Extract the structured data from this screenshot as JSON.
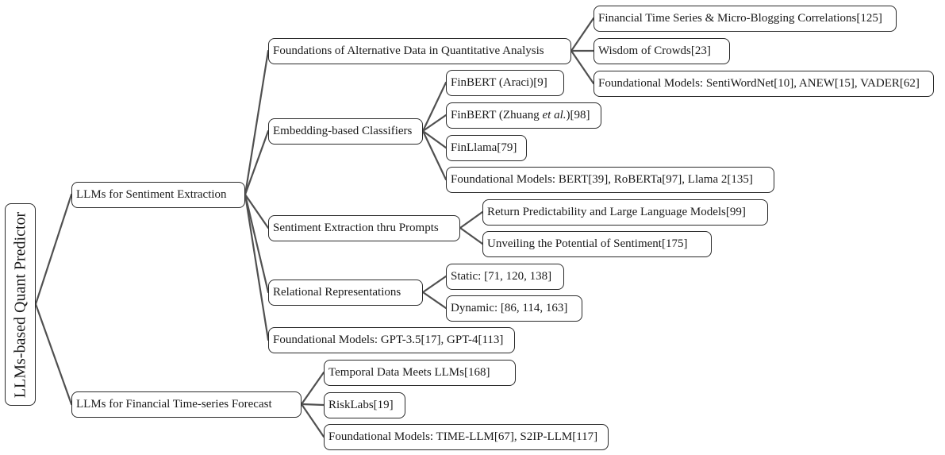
{
  "root": {
    "label": "LLMs-based Quant Predictor"
  },
  "sentiment": {
    "label": "LLMs for Sentiment Extraction",
    "foundations": {
      "label": "Foundations of Alternative Data in Quantitative Analysis",
      "children": [
        "Financial Time Series & Micro-Blogging Correlations[125]",
        "Wisdom of Crowds[23]",
        "Foundational Models: SentiWordNet[10], ANEW[15], VADER[62]"
      ]
    },
    "embedding": {
      "label": "Embedding-based Classifiers",
      "finbert_araci": "FinBERT (Araci)[9]",
      "finbert_zhuang": {
        "prefix": "FinBERT (Zhuang ",
        "italic": "et al.",
        "suffix": ")[98]"
      },
      "finllama": "FinLlama[79]",
      "foundational": "Foundational Models: BERT[39], RoBERTa[97], Llama 2[135]"
    },
    "prompts": {
      "label": "Sentiment Extraction thru Prompts",
      "children": [
        "Return Predictability and Large Language Models[99]",
        "Unveiling the Potential of Sentiment[175]"
      ]
    },
    "relational": {
      "label": "Relational Representations",
      "children": [
        "Static: [71, 120, 138]",
        "Dynamic: [86, 114, 163]"
      ]
    },
    "gpt": "Foundational Models: GPT-3.5[17], GPT-4[113]"
  },
  "forecast": {
    "label": "LLMs for Financial Time-series Forecast",
    "children": [
      "Temporal Data Meets LLMs[168]",
      "RiskLabs[19]",
      "Foundational Models: TIME-LLM[67], S2IP-LLM[117]"
    ]
  }
}
